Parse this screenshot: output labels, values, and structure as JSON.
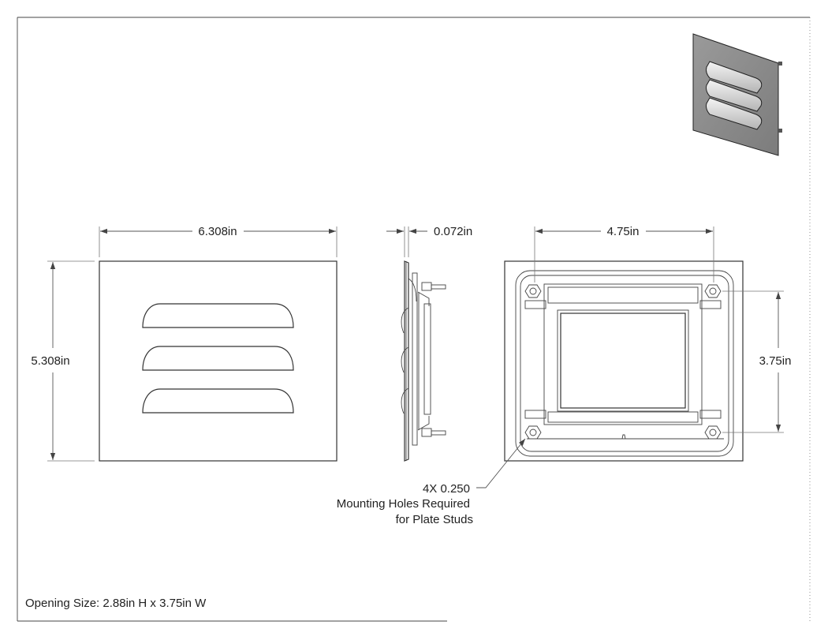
{
  "front_view": {
    "width_label": "6.308in",
    "height_label": "5.308in"
  },
  "side_view": {
    "thickness_label": "0.072in"
  },
  "rear_view": {
    "stud_spacing_width_label": "4.75in",
    "stud_spacing_height_label": "3.75in"
  },
  "callout": {
    "line1": "4X 0.250",
    "line2": "Mounting Holes Required",
    "line3": "for Plate Studs"
  },
  "footer": {
    "opening_size": "Opening Size: 2.88in H x 3.75in W"
  }
}
